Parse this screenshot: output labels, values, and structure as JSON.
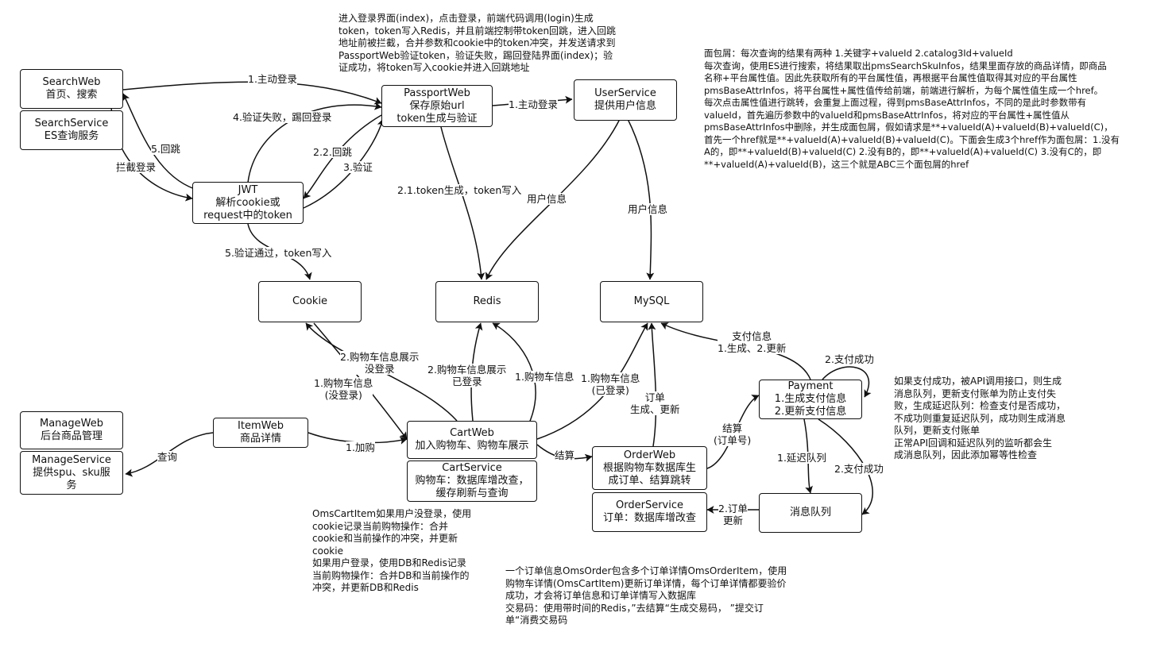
{
  "nodes": {
    "searchweb": {
      "l1": "SearchWeb",
      "l2": "首页、搜索"
    },
    "searchservice": {
      "l1": "SearchService",
      "l2": "ES查询服务"
    },
    "passportweb": {
      "l1": "PassportWeb",
      "l2": "保存原始url",
      "l3": "token生成与验证"
    },
    "userservice": {
      "l1": "UserService",
      "l2": "提供用户信息"
    },
    "jwt": {
      "l1": "JWT",
      "l2": "解析cookie或",
      "l3": "request中的token"
    },
    "cookie": {
      "l1": "Cookie"
    },
    "redis": {
      "l1": "Redis"
    },
    "mysql": {
      "l1": "MySQL"
    },
    "manageweb": {
      "l1": "ManageWeb",
      "l2": "后台商品管理"
    },
    "manageservice": {
      "l1": "ManageService",
      "l2": "提供spu、sku服",
      "l3": "务"
    },
    "itemweb": {
      "l1": "ItemWeb",
      "l2": "商品详情"
    },
    "cartweb": {
      "l1": "CartWeb",
      "l2": "加入购物车、购物车展示"
    },
    "cartservice": {
      "l1": "CartService",
      "l2": "购物车：数据库增改查，",
      "l3": "缓存刷新与查询"
    },
    "orderweb": {
      "l1": "OrderWeb",
      "l2": "根据购物车数据库生",
      "l3": "成订单、结算跳转"
    },
    "orderservice": {
      "l1": "OrderService",
      "l2": "订单：数据库增改查"
    },
    "payment": {
      "l1": "Payment",
      "l2": "1.生成支付信息",
      "l3": "2.更新支付信息"
    },
    "mq": {
      "l1": "消息队列"
    }
  },
  "labels": {
    "sw_pp": "1.主动登录",
    "jwt_pp_fail": "4.验证失败，踢回登录",
    "jwt_sw_back": "5.回跳",
    "jwt_sw_block": "拦截登录",
    "pp_jwt_back": "2.2.回跳",
    "jwt_pp_verify": "3.验证",
    "pp_us": "1.主动登录",
    "pp_redis": "2.1.token生成，token写入",
    "us_redis": "用户信息",
    "us_mysql": "用户信息",
    "jwt_cookie": "5.验证通过，token写入",
    "cart_cookie_show_1": "2.购物车信息展示",
    "cart_cookie_show_2": "没登录",
    "cart_cookie_info_1": "1.购物车信息",
    "cart_cookie_info_2": "(没登录)",
    "cart_redis_show_1": "2.购物车信息展示",
    "cart_redis_show_2": "已登录",
    "cart_redis_info": "1.购物车信息",
    "cart_mysql_1": "1.购物车信息",
    "cart_mysql_2": "(已登录)",
    "order_mysql_1": "订单",
    "order_mysql_2": "生成、更新",
    "pay_mysql_1": "支付信息",
    "pay_mysql_2": "1.生成、2.更新",
    "pay_success_top": "2.支付成功",
    "settle_1": "结算",
    "settle_2": "(订单号)",
    "settle": "结算",
    "add_cart": "1.加购",
    "query": "查询",
    "delay_queue": "1.延迟队列",
    "pay_success_mq": "2.支付成功",
    "mq_order_1": "2.订单",
    "mq_order_2": "更新"
  },
  "notes": {
    "login": "进入登录界面(index)，点击登录，前端代码调用(login)生成\ntoken，token写入Redis，并且前端控制带token回跳，进入回跳\n地址前被拦截，合并参数和cookie中的token冲突，并发送请求到\nPassportWeb验证token，验证失败，踢回登陆界面(index)；验\n证成功，将token写入cookie并进入回跳地址",
    "breadcrumb": "面包屑：每次查询的结果有两种 1.关键字+valueId 2.catalog3Id+valueId\n每次查询，使用ES进行搜索，将结果取出pmsSearchSkuInfos，结果里面存放的商品详情，即商品\n名称+平台属性值。因此先获取所有的平台属性值，再根据平台属性值取得其对应的平台属性\npmsBaseAttrInfos，将平台属性+属性值传给前端，前端进行解析，为每个属性值生成一个href。\n每次点击属性值进行跳转，会重复上面过程，得到pmsBaseAttrInfos，不同的是此时参数带有\nvalueId，首先遍历参数中的valueId和pmsBaseAttrInfos，将对应的平台属性+属性值从\npmsBaseAttrInfos中删除，并生成面包屑，假如请求是**+valueId(A)+valueId(B)+valueId(C)，\n首先一个href就是**+valueId(A)+valueId(B)+valueId(C)。下面会生成3个href作为面包屑：1.没有\nA的，即**+valueId(B)+valueId(C) 2.没有B的，即**+valueId(A)+valueId(C) 3.没有C的，即\n**+valueId(A)+valueId(B)，这三个就是ABC三个面包屑的href",
    "payment": "如果支付成功，被API调用接口，则生成\n消息队列，更新支付账单为防止支付失\n败，生成延迟队列：检查支付是否成功，\n不成功则重复延迟队列，成功则生成消息\n队列，更新支付账单\n正常API回调和延迟队列的监听都会生\n成消息队列，因此添加幂等性检查",
    "cart": "OmsCartItem如果用户没登录，使用\ncookie记录当前购物操作：合并\ncookie和当前操作的冲突，并更新\ncookie\n如果用户登录，使用DB和Redis记录\n当前购物操作：合并DB和当前操作的\n冲突，并更新DB和Redis",
    "order": "一个订单信息OmsOrder包含多个订单详情OmsOrderItem，使用\n购物车详情(OmsCartItem)更新订单详情，每个订单详情都要验价\n成功，才会将订单信息和订单详情写入数据库\n交易码：使用带时间的Redis，”去结算“生成交易码，  ”提交订\n单“消费交易码"
  }
}
